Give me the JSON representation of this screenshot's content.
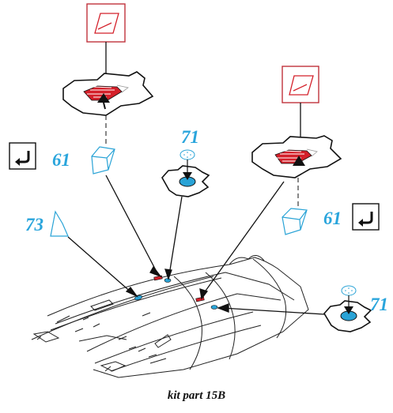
{
  "colors": {
    "line": "#111111",
    "accent_blue": "#29a3d6",
    "accent_red": "#d4202a",
    "label_blue": "#2aa5dc",
    "box_border": "#c0323c"
  },
  "callouts": {
    "part_61_left": "61",
    "part_61_right": "61",
    "part_71_top": "71",
    "part_71_right": "71",
    "part_73": "73"
  },
  "caption": "kit part 15B",
  "icons": [
    "red-part-detail-icon",
    "return-arrow-icon"
  ]
}
